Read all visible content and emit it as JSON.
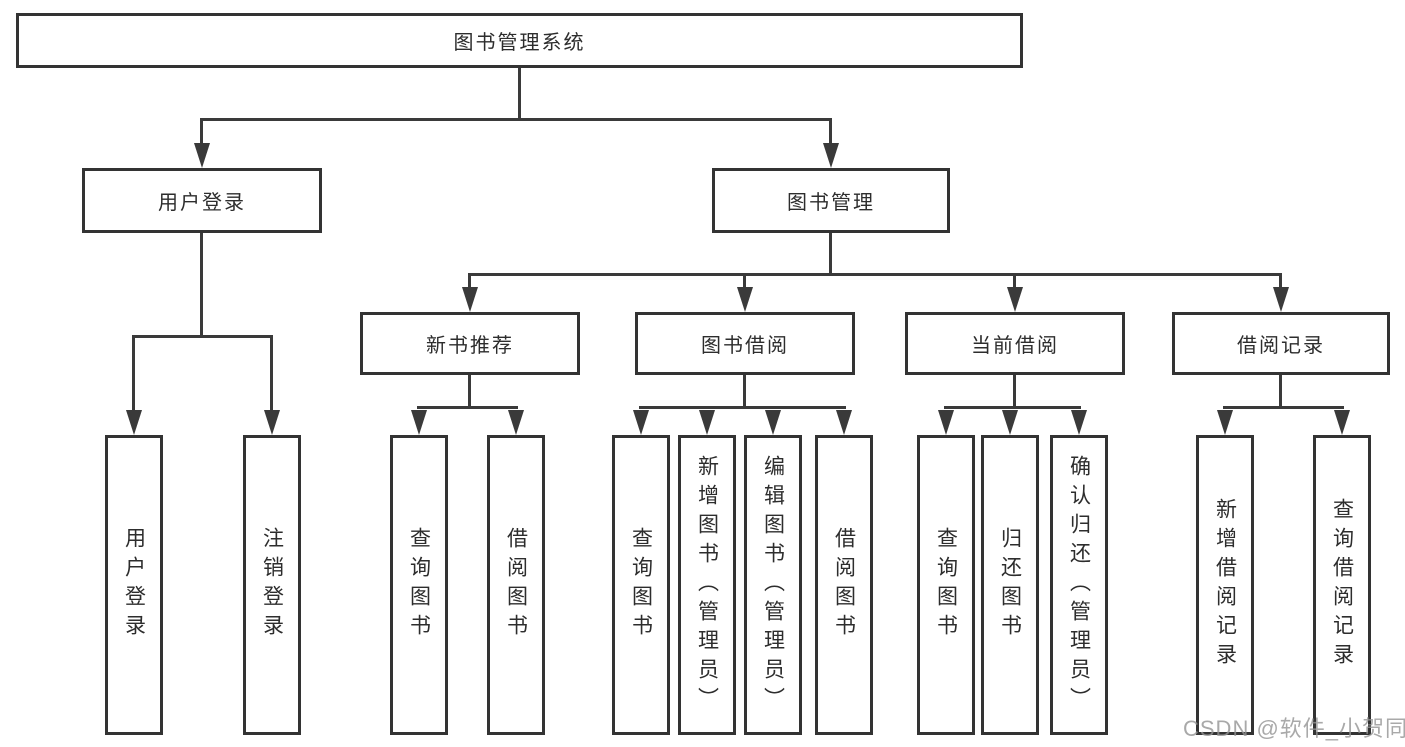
{
  "diagram": {
    "title": "图书管理系统",
    "root": {
      "label": "图书管理系统"
    },
    "branches": [
      {
        "label": "用户登录",
        "children": [
          {
            "label": "用户登录"
          },
          {
            "label": "注销登录"
          }
        ]
      },
      {
        "label": "图书管理",
        "children": [
          {
            "label": "新书推荐",
            "children": [
              {
                "label": "查询图书"
              },
              {
                "label": "借阅图书"
              }
            ]
          },
          {
            "label": "图书借阅",
            "children": [
              {
                "label": "查询图书"
              },
              {
                "label": "新增图书（管理员）"
              },
              {
                "label": "编辑图书（管理员）"
              },
              {
                "label": "借阅图书"
              }
            ]
          },
          {
            "label": "当前借阅",
            "children": [
              {
                "label": "查询图书"
              },
              {
                "label": "归还图书"
              },
              {
                "label": "确认归还（管理员）"
              }
            ]
          },
          {
            "label": "借阅记录",
            "children": [
              {
                "label": "新增借阅记录"
              },
              {
                "label": "查询借阅记录"
              }
            ]
          }
        ]
      }
    ]
  },
  "watermark": {
    "text": "CSDN @软件_小贺同学"
  },
  "colors": {
    "background": "#ffffff",
    "box_border": "#333333",
    "line": "#3a3a3a",
    "text": "#2d2d2d",
    "watermark": "#949494"
  }
}
